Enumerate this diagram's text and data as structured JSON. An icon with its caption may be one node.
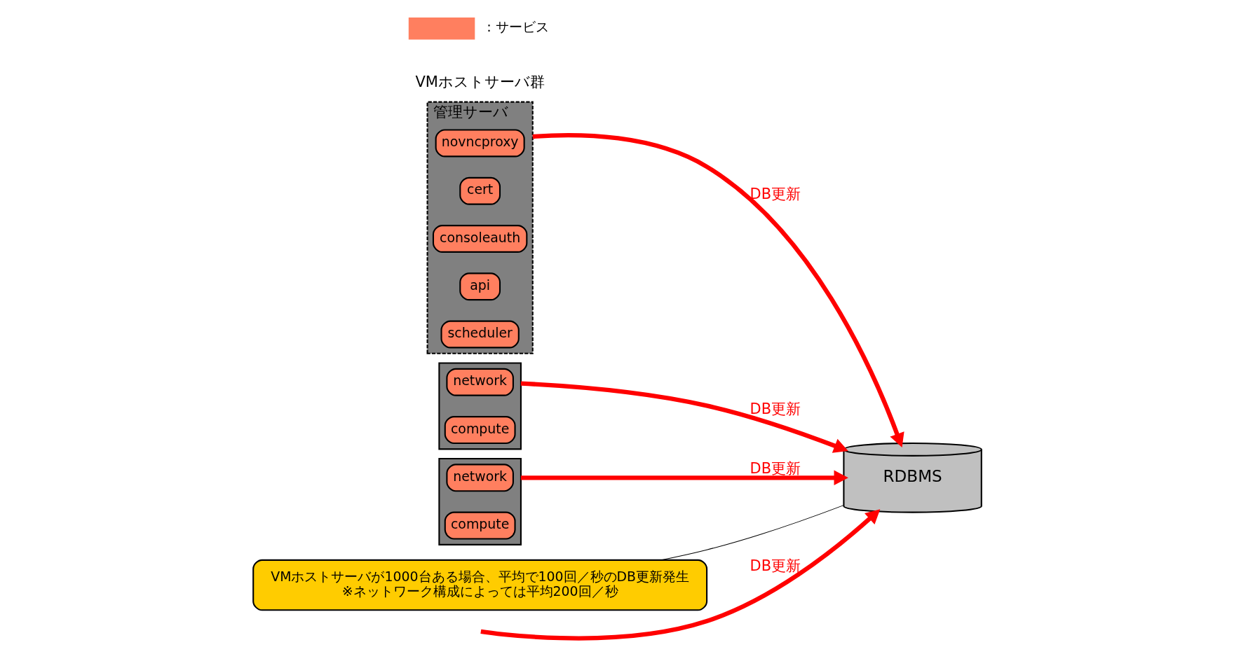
{
  "diagram": {
    "nodes": [
      {
        "text": [
          "管理サーバ"
        ]
      },
      {
        "text": [
          "novncproxy"
        ],
        "in": 0
      },
      {
        "text": [
          "cert"
        ],
        "in": 0
      },
      {
        "text": [
          "consoleauth"
        ],
        "in": 0
      },
      {
        "text": [
          "api"
        ],
        "in": 0
      },
      {
        "text": [
          "scheduler"
        ],
        "in": 0
      },
      {
        "text": [],
        "shape": "box"
      },
      {
        "text": [
          "network"
        ],
        "in": 6
      },
      {
        "text": [
          "compute"
        ],
        "in": 6
      },
      {
        "text": [],
        "shape": "box"
      },
      {
        "text": [
          "network"
        ],
        "in": 9
      },
      {
        "text": [
          "compute"
        ],
        "in": 9
      },
      {
        "text": [
          "RDBMS"
        ]
      },
      {
        "text": [
          "VMホストサーバが1000台ある場合、平均で100回／秒のDB更新発生",
          "※ネットワーク構成によっては平均200回／秒"
        ]
      }
    ],
    "edges": [
      {
        "from": 0,
        "to": 12,
        "arrow": "to",
        "label": "DB更新"
      },
      {
        "from": 6,
        "to": 12,
        "arrow": "to",
        "label": "DB更新"
      },
      {
        "from": null,
        "to": 12,
        "arrow": "to",
        "label": "DB更新"
      },
      {
        "from": 9,
        "to": 12,
        "arrow": "to",
        "label": "DB更新"
      },
      {
        "from": 13,
        "to": 12,
        "arrow": "none",
        "color": "#000000"
      }
    ],
    "labels": [
      "VMホストサーバ群"
    ],
    "legend": [
      {
        "text": "：サービス",
        "color": "#ff7f5f"
      }
    ]
  }
}
